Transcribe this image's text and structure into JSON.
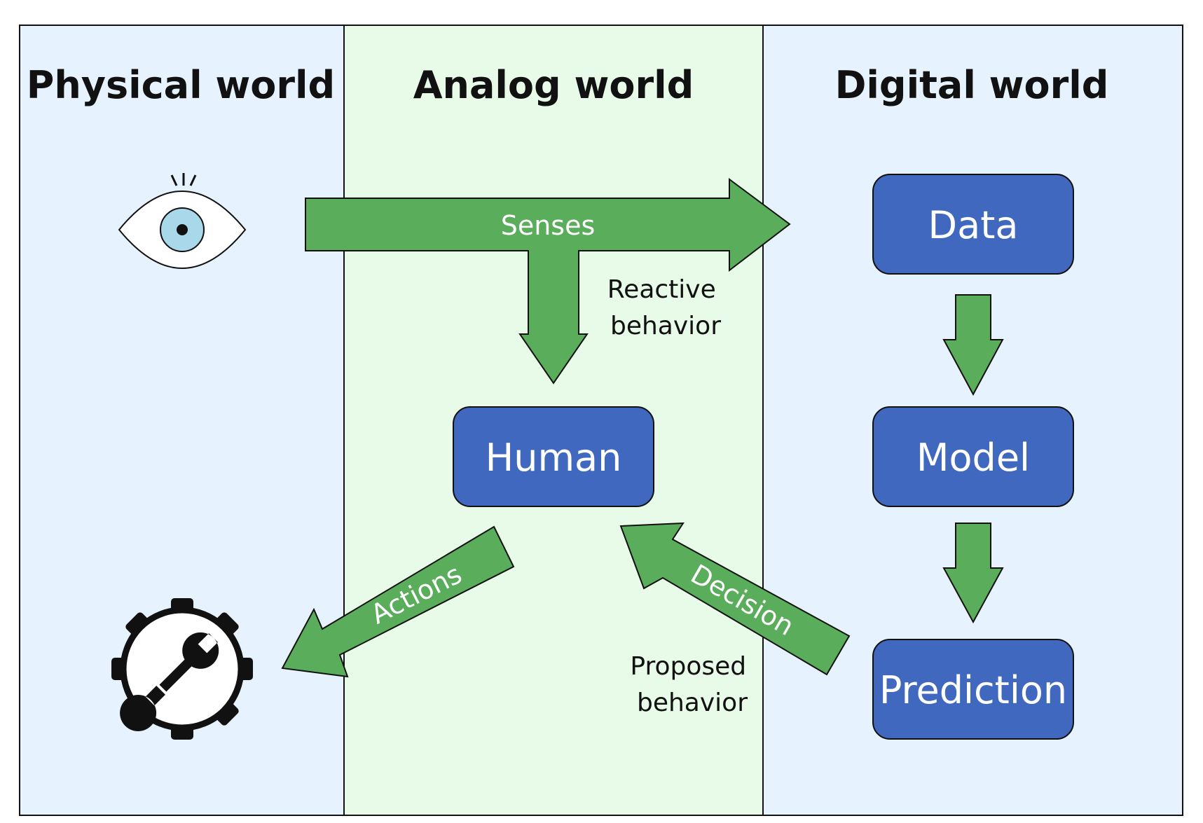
{
  "panels": {
    "physical": {
      "title": "Physical world",
      "color": "#e6f2fd"
    },
    "analog": {
      "title": "Analog world",
      "color": "#e8fbe9"
    },
    "digital": {
      "title": "Digital world",
      "color": "#e6f2fd"
    }
  },
  "boxes": {
    "data": "Data",
    "model": "Model",
    "prediction": "Prediction",
    "human": "Human",
    "color": "#4068be"
  },
  "arrows": {
    "senses": "Senses",
    "actions": "Actions",
    "decision": "Decision",
    "color": "#5aad5a"
  },
  "notes": {
    "reactive": [
      "Reactive",
      "behavior"
    ],
    "proposed": [
      "Proposed",
      "behavior"
    ]
  },
  "icons": {
    "eye": "eye-icon",
    "gear": "gear-wrench-icon",
    "iris_color": "#a8d8ea"
  }
}
